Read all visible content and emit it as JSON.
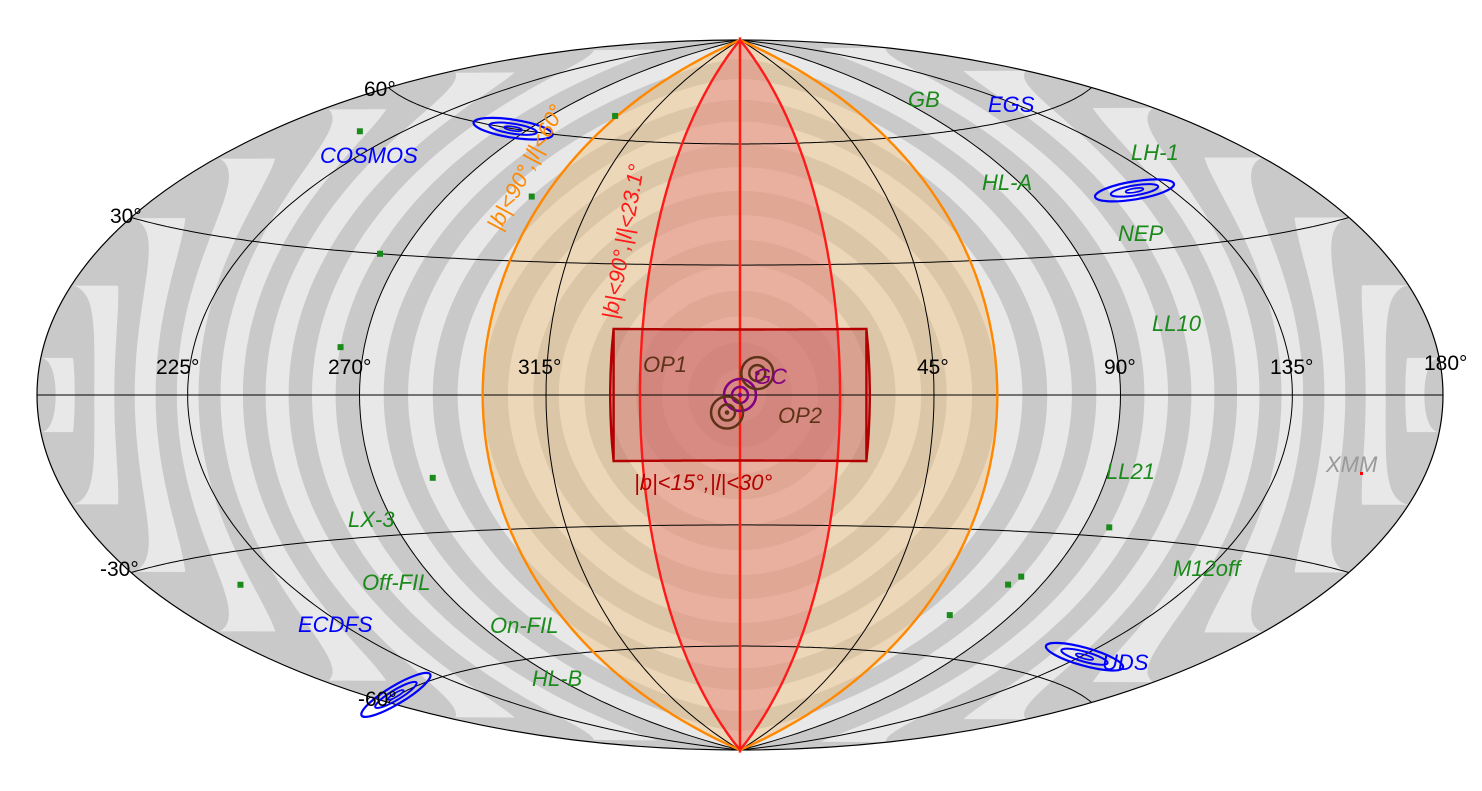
{
  "projection": "hammer-aitoff",
  "coordinates": "galactic",
  "longitude_ticks": [
    {
      "l": 225,
      "label": "225°"
    },
    {
      "l": 270,
      "label": "270°"
    },
    {
      "l": 315,
      "label": "315°"
    },
    {
      "l": 45,
      "label": "45°"
    },
    {
      "l": 90,
      "label": "90°"
    },
    {
      "l": 135,
      "label": "135°"
    },
    {
      "l": 180,
      "label": "180°"
    }
  ],
  "latitude_ticks": [
    {
      "b": 60,
      "label": "60°"
    },
    {
      "b": 30,
      "label": "30°"
    },
    {
      "b": -30,
      "label": "-30°"
    },
    {
      "b": -60,
      "label": "-60°"
    }
  ],
  "graticule": {
    "meridians_deg": [
      -135,
      -90,
      -45,
      0,
      45,
      90,
      135
    ],
    "parallels_deg": [
      -60,
      -30,
      0,
      30,
      60
    ]
  },
  "background": {
    "pattern": "concentric bands around galactic centre",
    "light": "#e8e8e8",
    "dark": "#c9c9c9"
  },
  "regions": [
    {
      "id": "region-wide",
      "shape": "lon-lat box",
      "b_max": 90,
      "l_max": 60,
      "label": "|b|<90°,|l|<60°",
      "color": "#ff8800",
      "fill": "#f1c47f"
    },
    {
      "id": "region-mid",
      "shape": "lon-lat box",
      "b_max": 90,
      "l_max": 23.1,
      "label": "|b|<90°,|l|<23.1°",
      "color": "#ff1a1a",
      "fill": "#e88080"
    },
    {
      "id": "region-box",
      "shape": "lon-lat box",
      "b_max": 15,
      "l_max": 30,
      "label": "|b|<15°,|l|<30°",
      "color": "#b30000",
      "fill": "#c06060"
    }
  ],
  "targets": [
    {
      "name": "GC",
      "l": 0,
      "b": 0,
      "color": "#800080"
    },
    {
      "name": "OP1",
      "l": -4,
      "b": 5,
      "color": "#5c3317"
    },
    {
      "name": "OP2",
      "l": 3,
      "b": -4,
      "color": "#5c3317"
    }
  ],
  "blue_fields": [
    {
      "name": "COSMOS",
      "l": 236.8,
      "b": 42.1,
      "color": "#0000ff"
    },
    {
      "name": "EGS",
      "l": 96.4,
      "b": 60.0,
      "color": "#0000ff"
    },
    {
      "name": "ECDFS",
      "l": 223.6,
      "b": -54.4,
      "color": "#0000ff"
    },
    {
      "name": "UDS",
      "l": 169.3,
      "b": -59.8,
      "color": "#0000ff"
    }
  ],
  "green_fields": [
    {
      "name": "GB",
      "l": 61,
      "b": 66
    },
    {
      "name": "LH-1",
      "l": 150,
      "b": 53
    },
    {
      "name": "HL-A",
      "l": 64,
      "b": 45
    },
    {
      "name": "NEP",
      "l": 96,
      "b": 30
    },
    {
      "name": "LL10",
      "l": 96,
      "b": 10
    },
    {
      "name": "LL21",
      "l": 75,
      "b": -18
    },
    {
      "name": "M12off",
      "l": 150,
      "b": -36
    },
    {
      "name": "LX-3",
      "l": 263,
      "b": -28
    },
    {
      "name": "Off-FIL",
      "l": 278,
      "b": -40
    },
    {
      "name": "On-FIL",
      "l": 280,
      "b": -42
    },
    {
      "name": "HL-B",
      "l": 290,
      "b": -50
    }
  ],
  "green_color": "#1a8a1a",
  "xmm": {
    "label": "XMM",
    "color": "#999999",
    "marker_color": "#ff0000"
  }
}
